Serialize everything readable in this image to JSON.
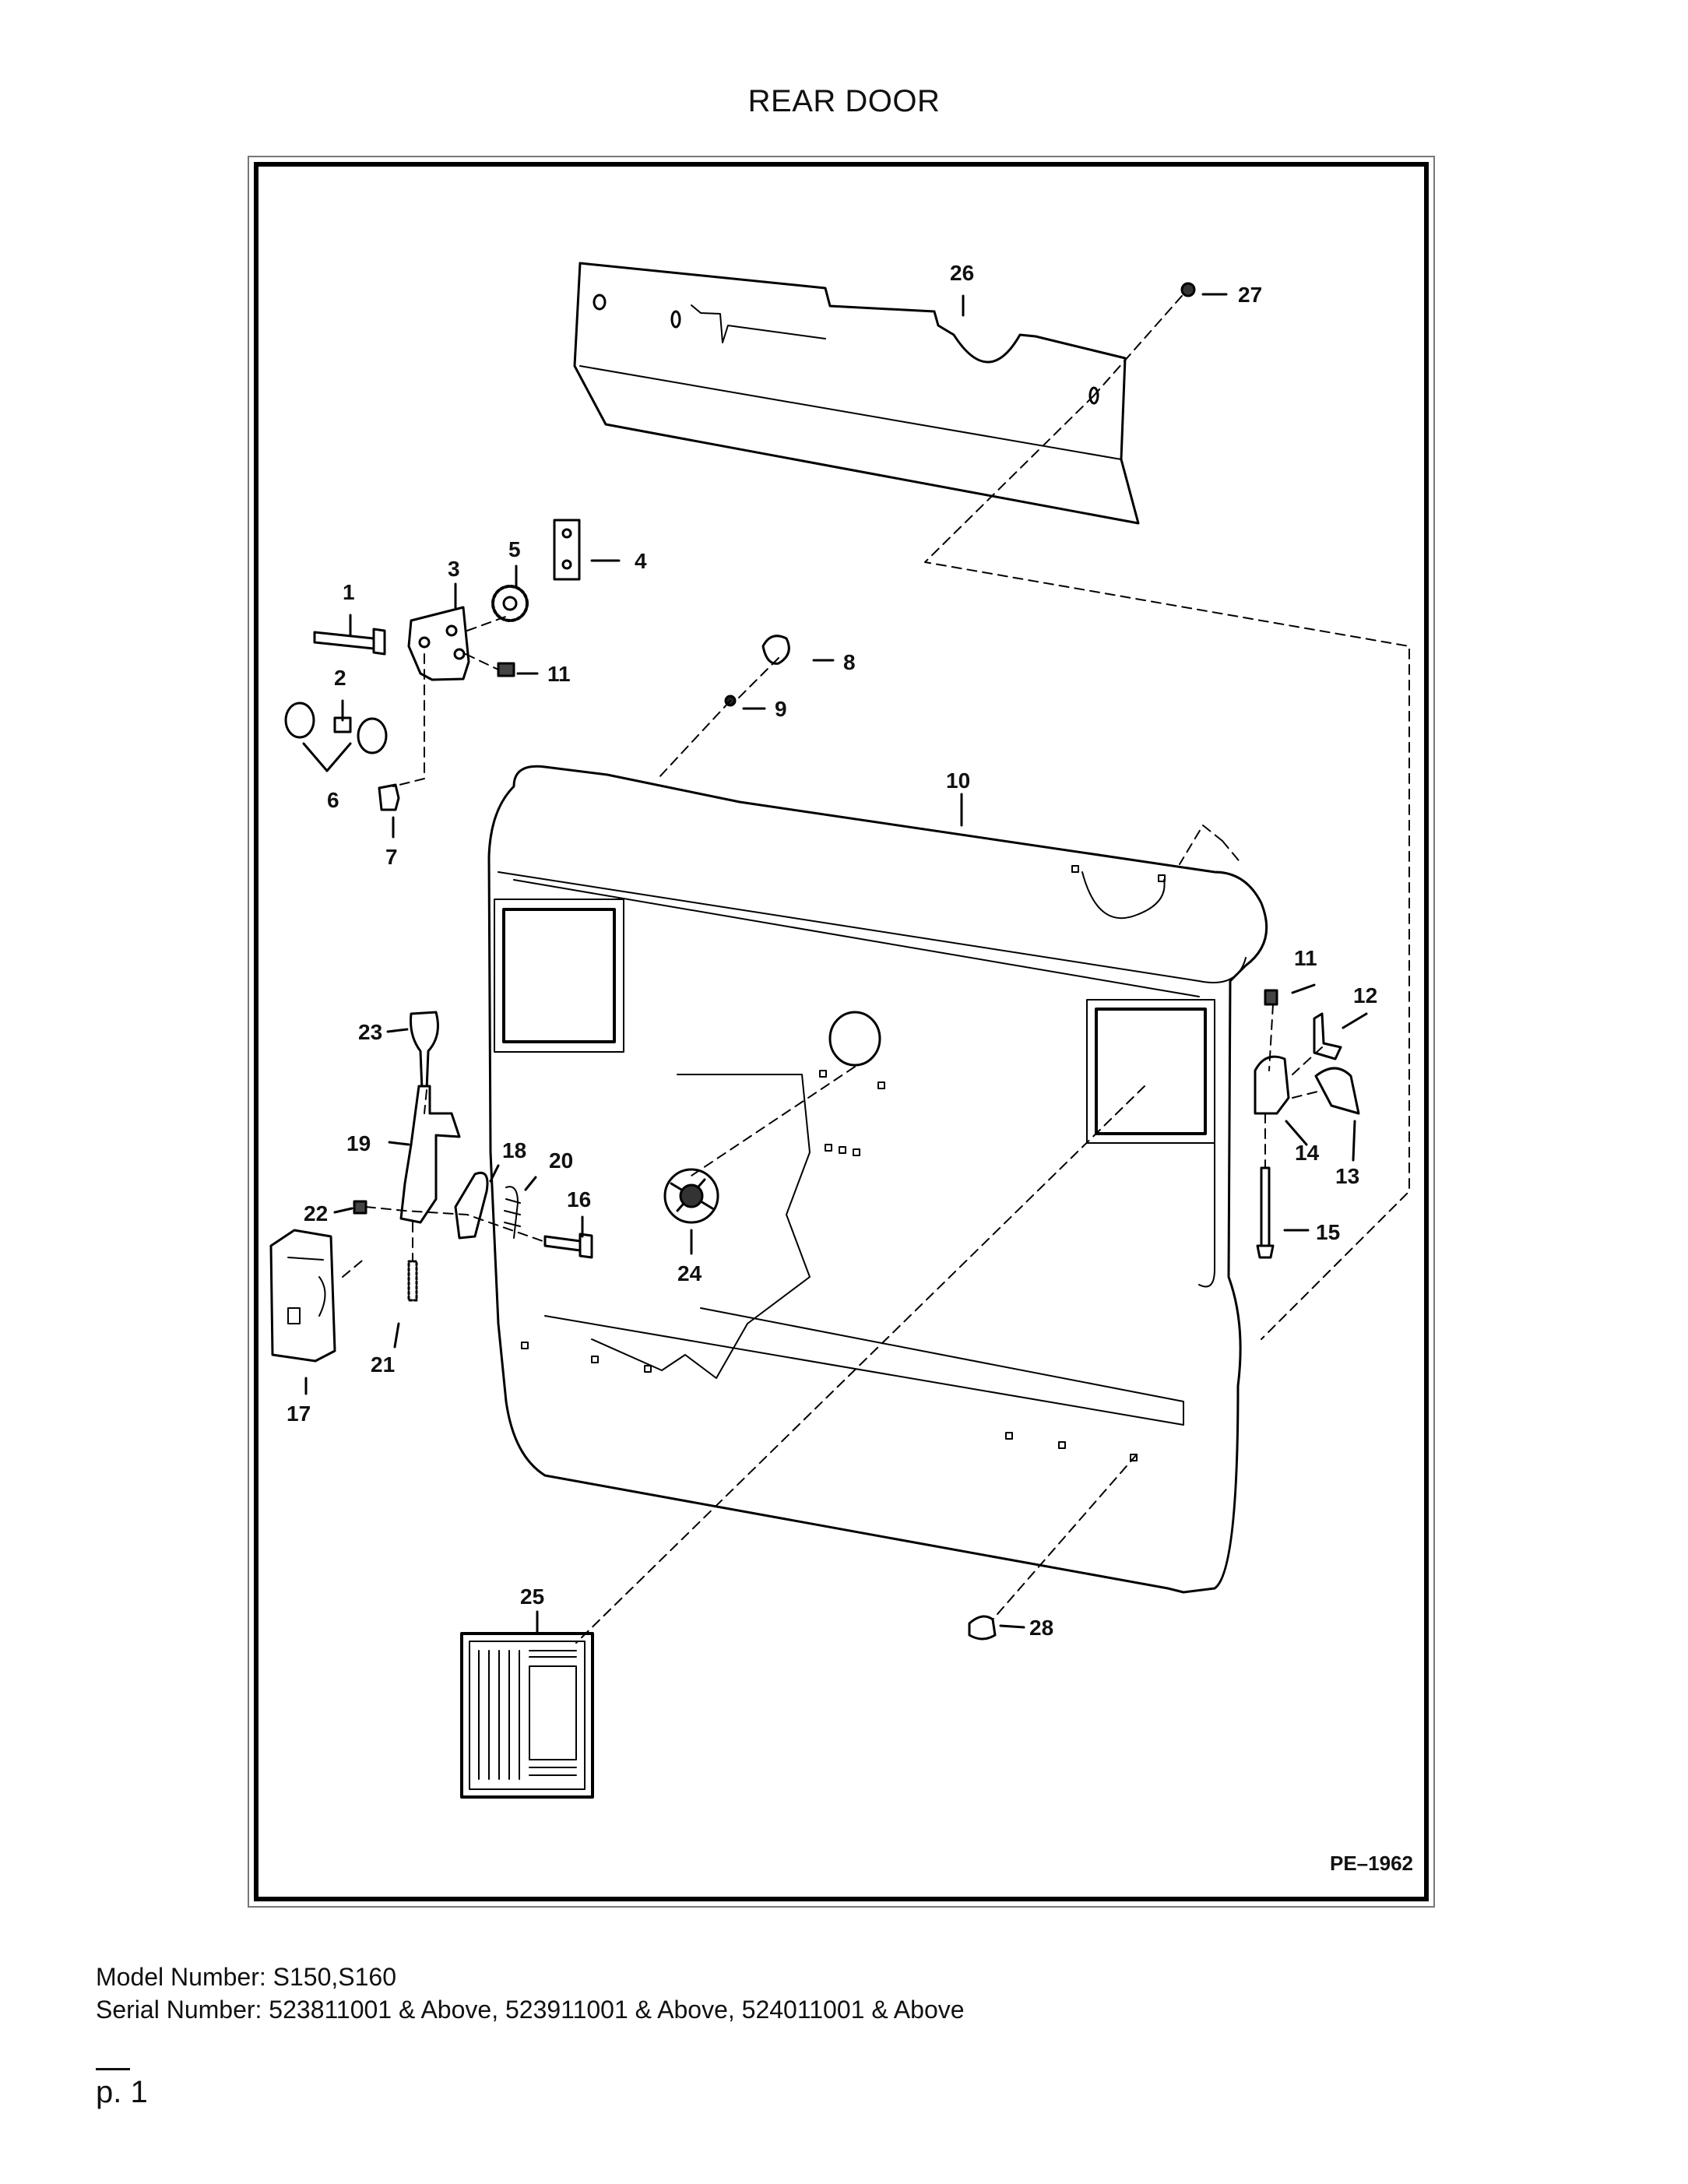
{
  "document": {
    "title": "REAR DOOR",
    "drawing_code": "PE–1962",
    "model_line": "Model Number: S150,S160",
    "serial_line": "Serial Number: 523811001 & Above, 523911001 & Above, 524011001 & Above",
    "page": "p. 1"
  },
  "callouts": [
    "1",
    "2",
    "3",
    "4",
    "5",
    "6",
    "7",
    "8",
    "9",
    "10",
    "11",
    "11",
    "12",
    "13",
    "14",
    "15",
    "16",
    "17",
    "18",
    "19",
    "20",
    "21",
    "22",
    "23",
    "24",
    "25",
    "26",
    "27",
    "28"
  ]
}
